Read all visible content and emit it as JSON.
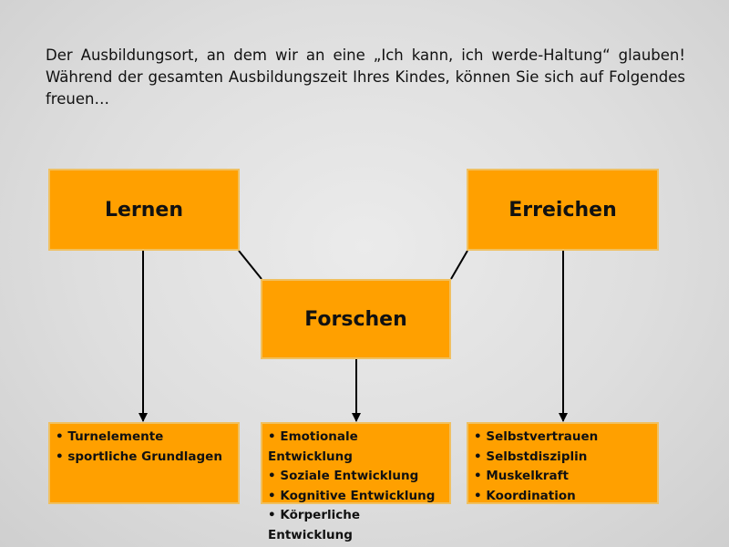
{
  "intro_text": "Der Ausbildungsort, an dem wir an eine „Ich kann, ich werde-Haltung“ glauben! Während der gesamten Ausbildungszeit Ihres Kindes, können Sie sich auf Folgendes freuen…",
  "boxes": {
    "lernen": {
      "title": "Lernen",
      "items": [
        "Turnelemente",
        "sportliche Grundlagen"
      ]
    },
    "forschen": {
      "title": "Forschen",
      "items": [
        "Emotionale Entwicklung",
        "Soziale Entwicklung",
        "Kognitive Entwicklung",
        "Körperliche Entwicklung"
      ]
    },
    "erreichen": {
      "title": "Erreichen",
      "items": [
        "Selbstvertrauen",
        "Selbstdisziplin",
        "Muskelkraft",
        "Koordination"
      ]
    }
  },
  "colors": {
    "box_fill": "#ffa000",
    "box_border": "#f0c060",
    "line": "#000000"
  }
}
